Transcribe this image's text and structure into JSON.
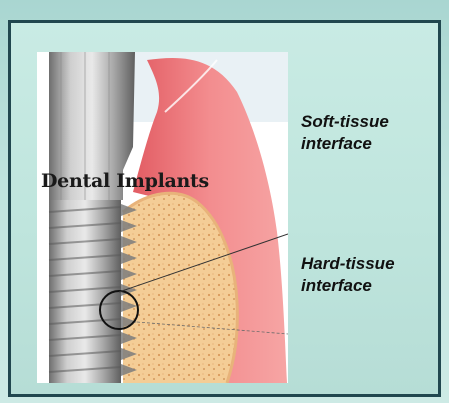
{
  "diagram": {
    "title": "Dental Implants",
    "labels": {
      "soft_tissue": [
        "Soft-tissue",
        "interface"
      ],
      "hard_tissue": [
        "Hard-tissue",
        "interface"
      ]
    },
    "colors": {
      "panel_border": "#21474f",
      "gum": "#f08a8a",
      "bone": "#f2c78e",
      "implant": "#9a9a9a"
    }
  }
}
